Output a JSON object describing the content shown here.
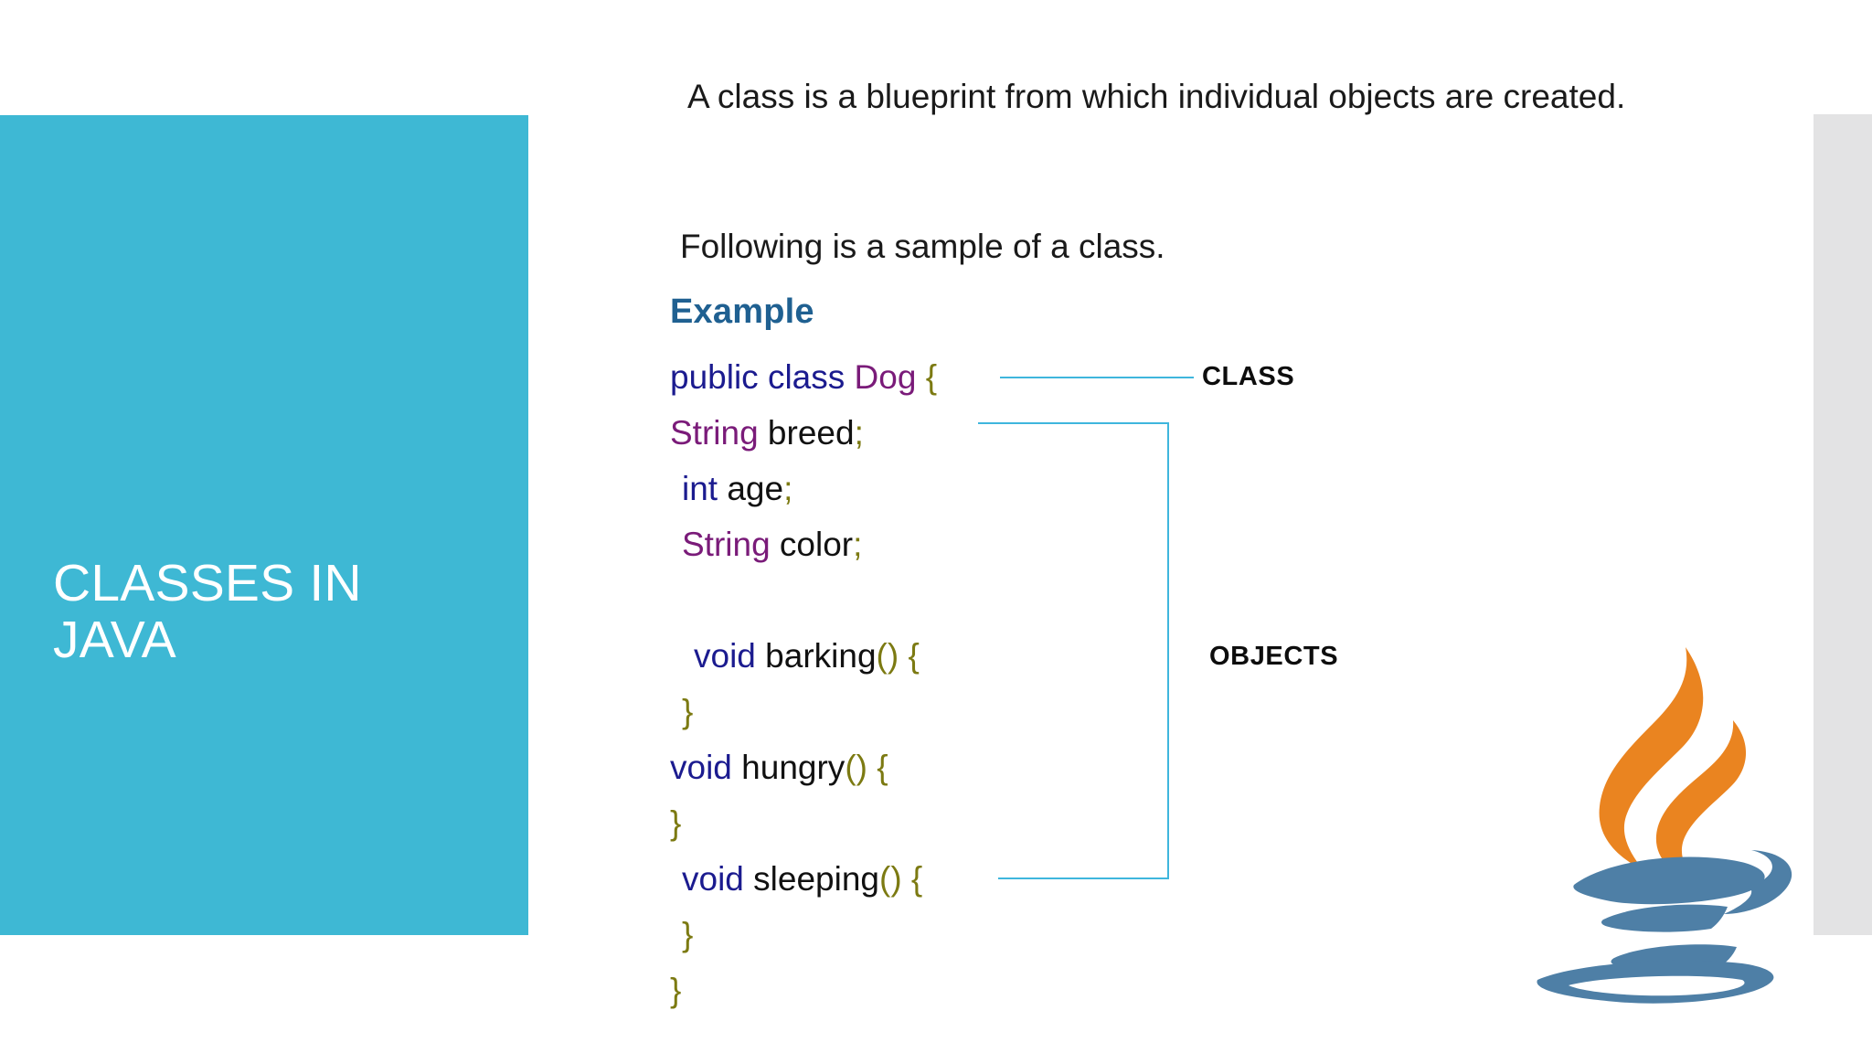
{
  "slide": {
    "title": "CLASSES IN\nJAVA",
    "title_bg_color": "#3eb8d4",
    "background_color": "#ffffff",
    "accent_panel_color": "#e3e3e4"
  },
  "body": {
    "paragraph_1": "A class is a blueprint from which individual objects are created.",
    "paragraph_2": "Following is a sample of a class.",
    "example_heading": "Example",
    "example_heading_color": "#1f6091"
  },
  "code": {
    "lines": [
      {
        "indent": 0,
        "tokens": [
          {
            "text": "public class ",
            "kind": "kw"
          },
          {
            "text": "Dog",
            "kind": "type"
          },
          {
            "text": " {",
            "kind": "punc"
          }
        ]
      },
      {
        "indent": 0,
        "tokens": [
          {
            "text": "String",
            "kind": "type"
          },
          {
            "text": " breed",
            "kind": "id"
          },
          {
            "text": ";",
            "kind": "punc"
          }
        ]
      },
      {
        "indent": 1,
        "tokens": [
          {
            "text": "int",
            "kind": "kw"
          },
          {
            "text": " age",
            "kind": "id"
          },
          {
            "text": ";",
            "kind": "punc"
          }
        ]
      },
      {
        "indent": 1,
        "tokens": [
          {
            "text": "String",
            "kind": "type"
          },
          {
            "text": " color",
            "kind": "id"
          },
          {
            "text": ";",
            "kind": "punc"
          }
        ]
      },
      {
        "indent": 0,
        "tokens": []
      },
      {
        "indent": 2,
        "tokens": [
          {
            "text": "void",
            "kind": "kw"
          },
          {
            "text": " barking",
            "kind": "id"
          },
          {
            "text": "() {",
            "kind": "punc"
          }
        ]
      },
      {
        "indent": 1,
        "tokens": [
          {
            "text": "}",
            "kind": "punc"
          }
        ]
      },
      {
        "indent": 0,
        "tokens": [
          {
            "text": "void",
            "kind": "kw"
          },
          {
            "text": " hungry",
            "kind": "id"
          },
          {
            "text": "() {",
            "kind": "punc"
          }
        ]
      },
      {
        "indent": 0,
        "tokens": [
          {
            "text": "}",
            "kind": "punc"
          }
        ]
      },
      {
        "indent": 1,
        "tokens": [
          {
            "text": "void",
            "kind": "kw"
          },
          {
            "text": " sleeping",
            "kind": "id"
          },
          {
            "text": "() {",
            "kind": "punc"
          }
        ]
      },
      {
        "indent": 1,
        "tokens": [
          {
            "text": "}",
            "kind": "punc"
          }
        ]
      },
      {
        "indent": 0,
        "tokens": [
          {
            "text": "}",
            "kind": "punc"
          }
        ]
      }
    ],
    "token_colors": {
      "kw": "#1b1b8f",
      "type": "#7a1b79",
      "punc": "#7c7a12",
      "id": "#111111"
    }
  },
  "callouts": {
    "class_label": "CLASS",
    "objects_label": "OBJECTS",
    "connector_color": "#3fb6dd"
  },
  "logo": {
    "name": "java-logo",
    "steam_color": "#ea8420",
    "cup_color": "#4e7fa6"
  }
}
